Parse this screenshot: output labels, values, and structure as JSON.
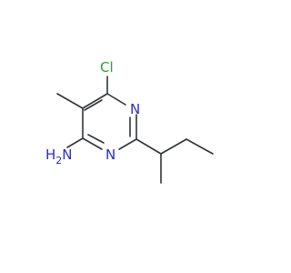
{
  "molecule": {
    "atoms": {
      "chlorine": "Cl",
      "ring_nitrogen_top": "N",
      "ring_nitrogen_bottom": "N",
      "amine_nitrogen": "N",
      "amine_hydrogen": "H",
      "amine_hydrogen_count": "2"
    }
  },
  "colors": {
    "bond": "#2f3438",
    "nitrogen": "#2a2dcf",
    "chlorine": "#2e9e2e"
  }
}
